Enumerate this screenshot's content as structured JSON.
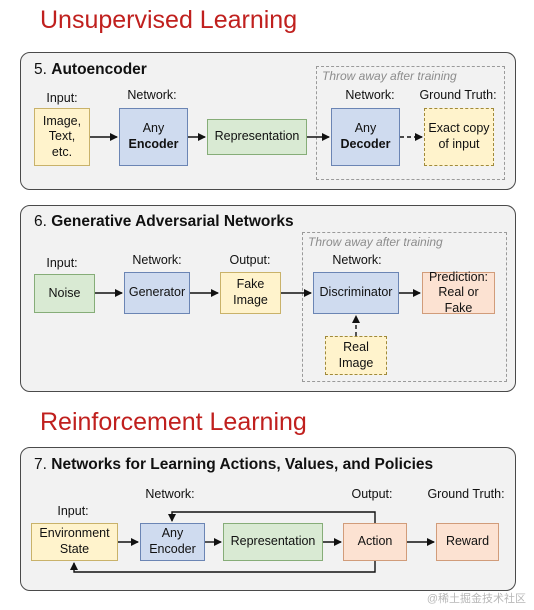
{
  "sections": {
    "unsupervised": "Unsupervised Learning",
    "reinforcement": "Reinforcement Learning"
  },
  "autoencoder": {
    "number": "5.",
    "title": "Autoencoder",
    "throw_away": "Throw away after training",
    "labels": {
      "input": "Input:",
      "network1": "Network:",
      "network2": "Network:",
      "ground_truth": "Ground Truth:"
    },
    "input_lines": [
      "Image,",
      "Text,",
      "etc."
    ],
    "encoder": {
      "top": "Any",
      "bottom": "Encoder"
    },
    "representation": "Representation",
    "decoder": {
      "top": "Any",
      "bottom": "Decoder"
    },
    "exact_copy": [
      "Exact copy",
      "of input"
    ]
  },
  "gan": {
    "number": "6.",
    "title": "Generative Adversarial Networks",
    "throw_away": "Throw away after training",
    "labels": {
      "input": "Input:",
      "network1": "Network:",
      "output": "Output:",
      "network2": "Network:"
    },
    "noise": "Noise",
    "generator": "Generator",
    "fake_image": [
      "Fake",
      "Image"
    ],
    "discriminator": "Discriminator",
    "prediction": [
      "Prediction:",
      "Real or Fake"
    ],
    "real_image": [
      "Real",
      "Image"
    ]
  },
  "rl": {
    "number": "7.",
    "title": "Networks for Learning Actions, Values, and Policies",
    "labels": {
      "input": "Input:",
      "network": "Network:",
      "output": "Output:",
      "ground_truth": "Ground Truth:"
    },
    "environment": [
      "Environment",
      "State"
    ],
    "encoder": {
      "top": "Any",
      "bottom": "Encoder"
    },
    "representation": "Representation",
    "action": "Action",
    "reward": "Reward"
  },
  "watermark": "@稀土掘金技术社区"
}
